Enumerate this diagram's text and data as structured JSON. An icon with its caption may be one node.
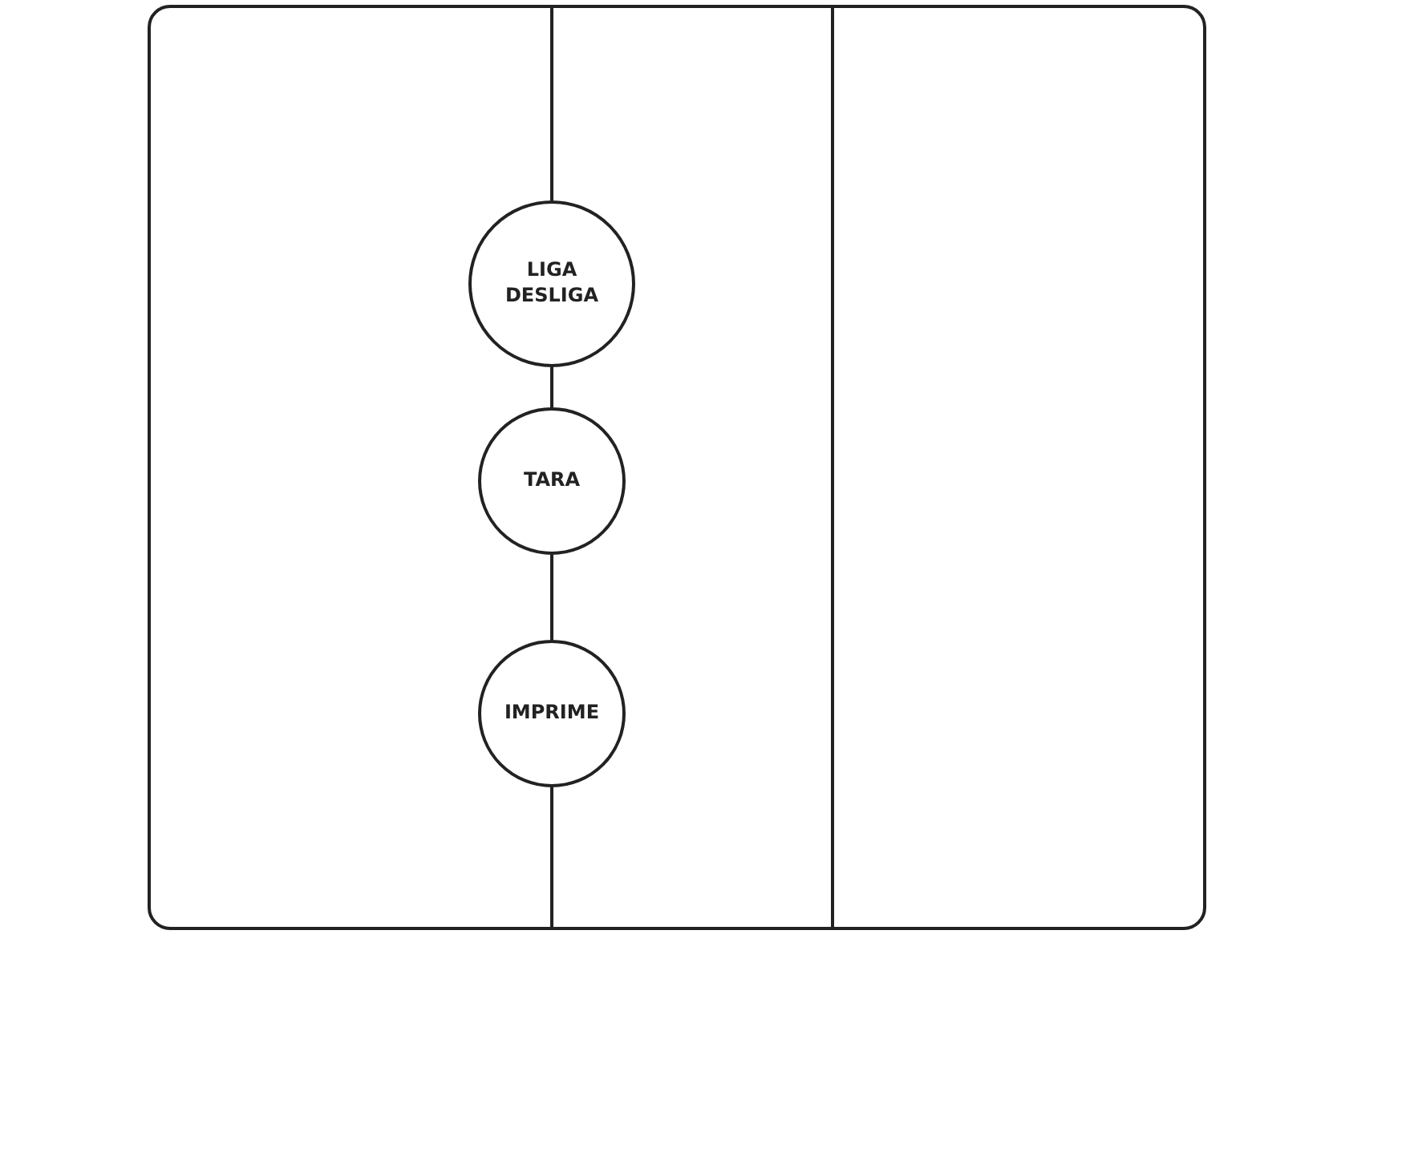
{
  "diagram": {
    "nodes": [
      {
        "text": [],
        "shape": "box"
      },
      {
        "text": [
          "LIGA DESLIGA"
        ],
        "in": 0
      },
      {
        "text": [
          "TARA"
        ],
        "in": 0
      },
      {
        "text": [
          "IMPRIME"
        ],
        "in": 0
      }
    ],
    "edges": [
      {
        "from": 0,
        "to": 1,
        "arrow": "none"
      },
      {
        "from": 1,
        "to": 2,
        "arrow": "none"
      },
      {
        "from": 2,
        "to": 3,
        "arrow": "none"
      },
      {
        "from": 3,
        "to": 0,
        "arrow": "none"
      }
    ]
  }
}
